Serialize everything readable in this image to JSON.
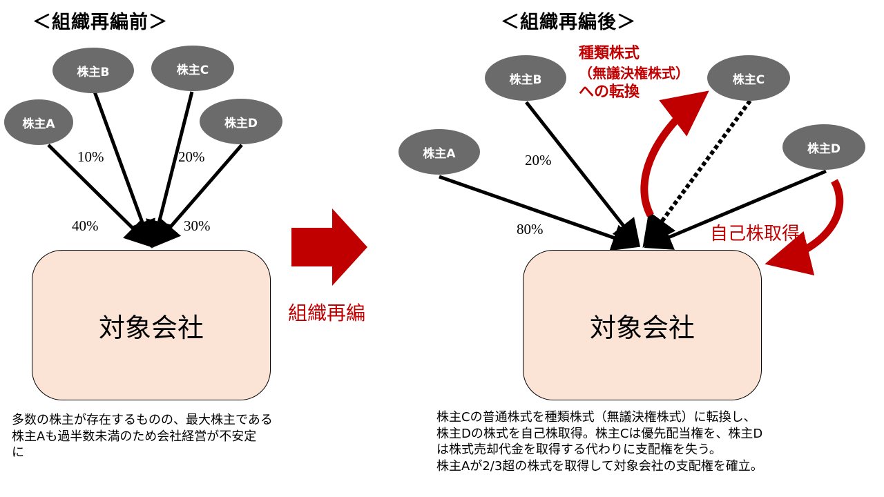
{
  "before": {
    "heading": "＜組織再編前＞",
    "holders": [
      "株主A",
      "株主B",
      "株主C",
      "株主D"
    ],
    "percentages": {
      "a": "40%",
      "b": "10%",
      "c": "20%",
      "d": "30%"
    },
    "company": "対象会社",
    "description": [
      "多数の株主が存在するものの、最大株主である",
      "株主Aも過半数未満のため会社経営が不安定",
      "に"
    ]
  },
  "transition": {
    "label": "組織再編"
  },
  "after": {
    "heading": "＜組織再編後＞",
    "holders": [
      "株主A",
      "株主B",
      "株主C",
      "株主D"
    ],
    "percentages": {
      "a": "80%",
      "b": "20%"
    },
    "company": "対象会社",
    "conversion_note": [
      "種類株式",
      "（無議決権株式）",
      "への転換"
    ],
    "buyback_note": "自己株取得",
    "description": [
      "株主Cの普通株式を種類株式（無議決権株式）に転換し、",
      "株主Dの株式を自己株取得。株主Cは優先配当権を、株主D",
      "は株式売却代金を取得する代わりに支配権を失う。",
      "株主Aが2/3超の株式を取得して対象会社の支配権を確立。"
    ]
  },
  "colors": {
    "accent_red": "#c00000",
    "holder_gray": "#6b6b6b",
    "company_fill": "#fbe4d5"
  }
}
